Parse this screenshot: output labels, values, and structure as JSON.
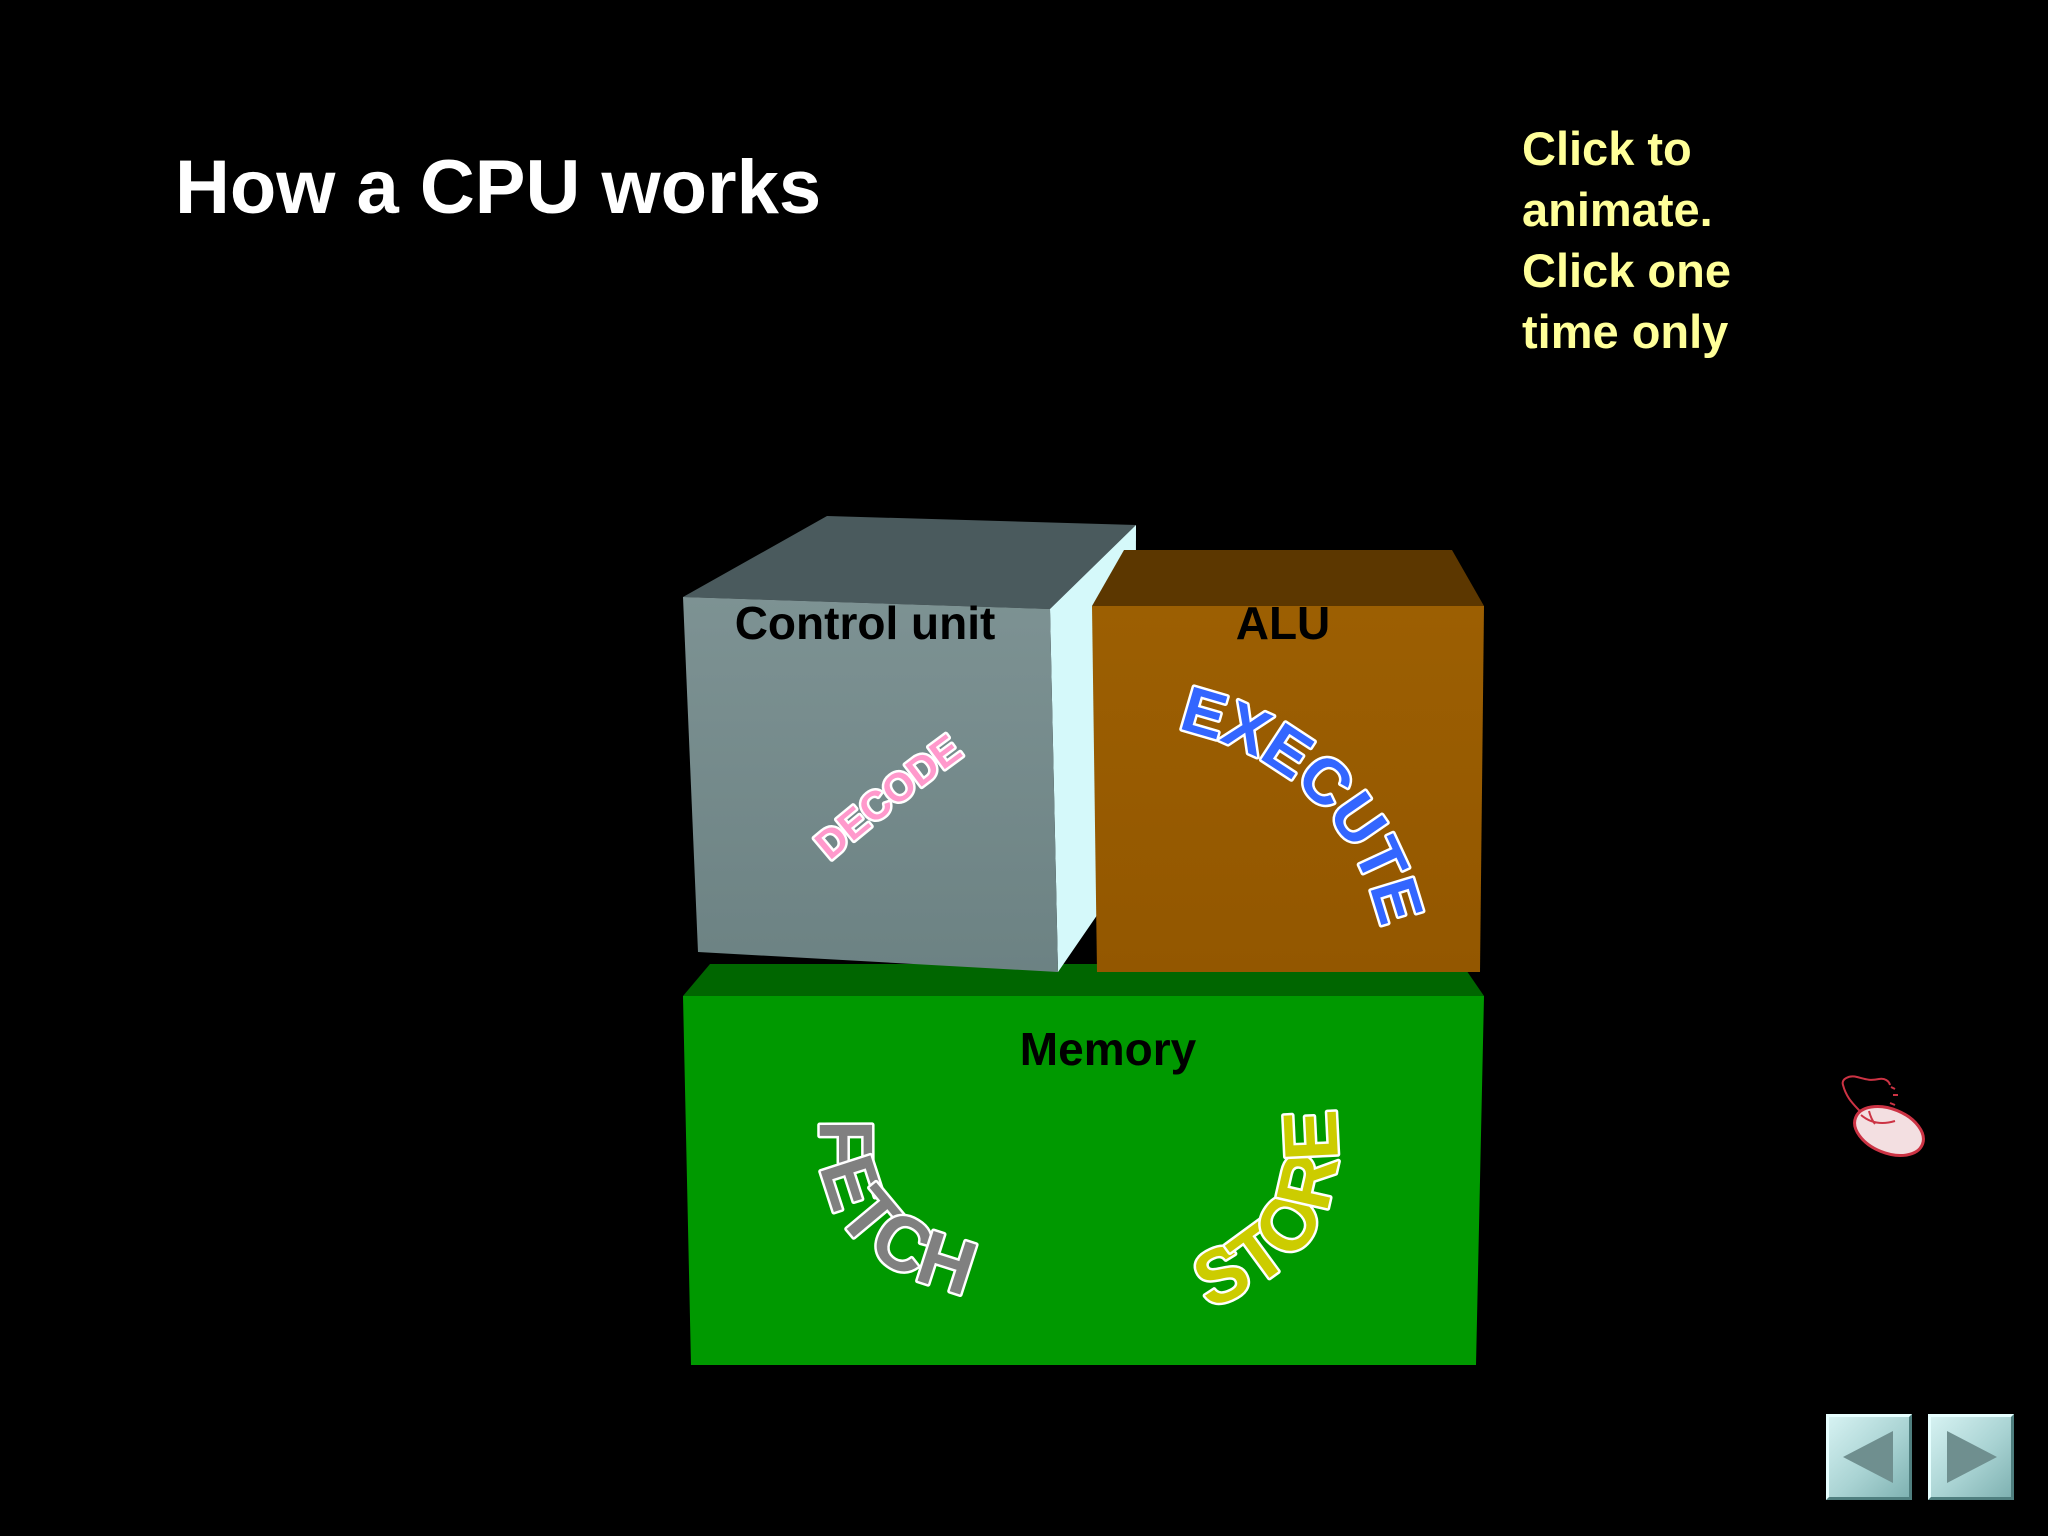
{
  "slide": {
    "title": "How a CPU works",
    "instructions": [
      "Click to",
      "animate.",
      "Click one",
      "time only"
    ]
  },
  "diagram": {
    "control_unit": {
      "label": "Control unit",
      "step": "DECODE",
      "step_color": "#ff99cc"
    },
    "alu": {
      "label": "ALU",
      "step": "EXECUTE",
      "step_color": "#3366ff"
    },
    "memory": {
      "label": "Memory",
      "fetch": {
        "text": "FETCH",
        "color": "#808080"
      },
      "store": {
        "text": "STORE",
        "color": "#cccc00"
      }
    }
  },
  "icons": {
    "mouse": "mouse-icon",
    "previous": "arrow-left-icon",
    "next": "arrow-right-icon"
  },
  "colors": {
    "background": "#000000",
    "title": "#ffffff",
    "instructions": "#ffff99",
    "control_unit_front": "#75898a",
    "alu_front": "#995c00",
    "memory_front": "#009900"
  }
}
